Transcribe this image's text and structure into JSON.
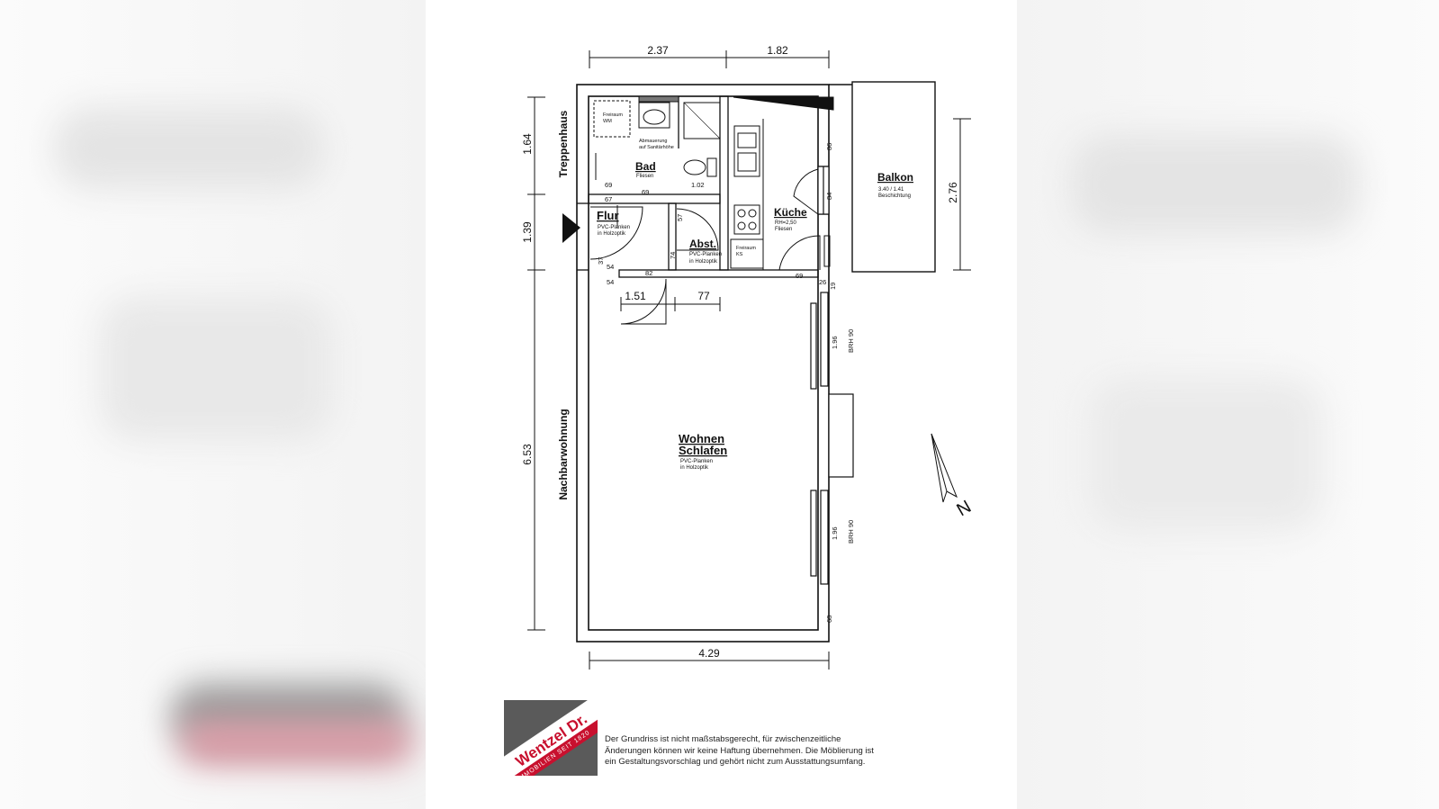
{
  "dimensions": {
    "top_left": "2.37",
    "top_right": "1.82",
    "bottom": "4.29",
    "left_top": "1.64",
    "left_mid": "1.39",
    "left_bottom": "6.53",
    "balcony_height": "2.76",
    "passage_1": "1.51",
    "passage_2": "77"
  },
  "small_dims": [
    "69",
    "67",
    "69",
    "57",
    "37",
    "74",
    "54",
    "54",
    "82",
    "1.02",
    "86",
    "84",
    "69",
    "26",
    "19",
    "68"
  ],
  "window_labels": [
    "1.96",
    "BRH 90",
    "1.96",
    "BRH 90"
  ],
  "neighbors": {
    "stairwell": "Treppenhaus",
    "neighbor_apartment": "Nachbarwohnung"
  },
  "rooms": {
    "bad": {
      "name": "Bad",
      "floor": "Fliesen"
    },
    "flur": {
      "name": "Flur",
      "floor_line1": "PVC-Planken",
      "floor_line2": "in Holzoptik"
    },
    "abst": {
      "name": "Abst.",
      "floor_line1": "PVC-Planken",
      "floor_line2": "in Holzoptik"
    },
    "kueche": {
      "name": "Küche",
      "detail": "RH=2,50",
      "floor": "Fliesen"
    },
    "balkon": {
      "name": "Balkon",
      "detail": "3.40 / 1.41",
      "floor": "Beschichtung"
    },
    "wohnen": {
      "name_line1": "Wohnen",
      "name_line2": "Schlafen",
      "floor_line1": "PVC-Planken",
      "floor_line2": "in Holzoptik"
    },
    "freiraum_wm": {
      "line1": "Freiraum",
      "line2": "WM"
    },
    "freiraum_ks": {
      "line1": "Freiraum",
      "line2": "KS"
    },
    "abmauerung": {
      "line1": "Abmauerung",
      "line2": "auf Sanitärhöhe"
    }
  },
  "compass": {
    "label": "N"
  },
  "logo": {
    "name": "Wentzel Dr.",
    "subtitle": "IMMOBILIEN SEIT 1820"
  },
  "disclaimer": "Der Grundriss ist nicht maßstabsgerecht, für zwischenzeitliche Änderungen können wir keine Haftung übernehmen. Die Möblierung ist ein Gestaltungsvorschlag und gehört nicht zum Ausstattungsumfang."
}
